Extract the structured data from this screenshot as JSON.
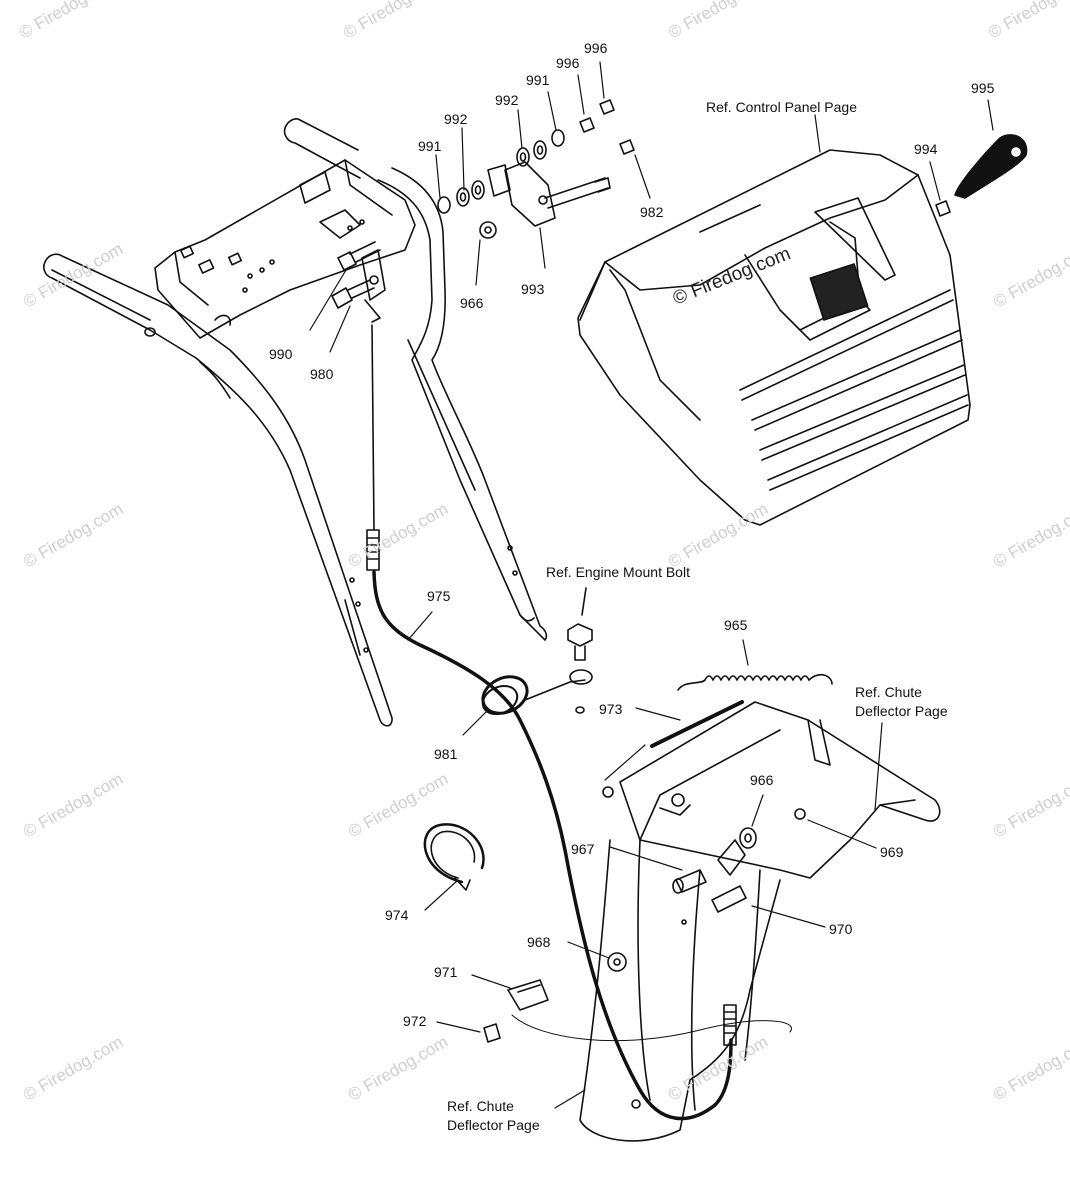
{
  "watermark": "© Firedog.com",
  "callouts": {
    "p996a": "996",
    "p996b": "996",
    "p991a": "991",
    "p992a": "992",
    "p995": "995",
    "p992b": "992",
    "p991b": "991",
    "p994": "994",
    "p982": "982",
    "p966a": "966",
    "p993": "993",
    "p990": "990",
    "p980": "980",
    "p975": "975",
    "p965": "965",
    "p973": "973",
    "p981": "981",
    "p966b": "966",
    "p969": "969",
    "p967": "967",
    "p974": "974",
    "p970": "970",
    "p968": "968",
    "p971": "971",
    "p972": "972"
  },
  "references": {
    "control_panel": "Ref. Control Panel Page",
    "engine_mount": "Ref. Engine Mount Bolt",
    "chute_deflector_top_line1": "Ref. Chute",
    "chute_deflector_top_line2": "Deflector Page",
    "chute_deflector_bottom_line1": "Ref. Chute",
    "chute_deflector_bottom_line2": "Deflector Page"
  }
}
